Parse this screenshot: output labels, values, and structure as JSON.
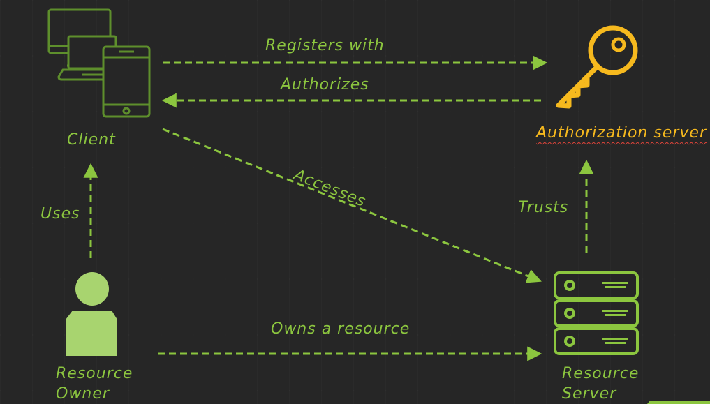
{
  "nodes": {
    "client": "Client",
    "authorization_server": "Authorization server",
    "resource_owner": [
      "Resource",
      "Owner"
    ],
    "resource_server": [
      "Resource",
      "Server"
    ]
  },
  "edges": {
    "registers_with": "Registers with",
    "authorizes": "Authorizes",
    "accesses": "Accesses",
    "uses": "Uses",
    "trusts": "Trusts",
    "owns_a_resource": "Owns a resource"
  },
  "icons": {
    "client": "devices-icon",
    "authorization_server": "key-icon",
    "resource_owner": "person-icon",
    "resource_server": "server-stack-icon"
  },
  "colors": {
    "background": "#262626",
    "green": "#8cc63f",
    "light_green": "#a8d46f",
    "yellow": "#f6b91e",
    "dark_green": "#5e8f2c"
  }
}
